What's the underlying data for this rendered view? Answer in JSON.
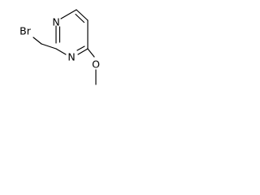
{
  "molecule": {
    "atom_labels": {
      "bromine": "Br",
      "nitrogen_top": "N",
      "nitrogen_bottom": "N",
      "oxygen": "O"
    },
    "colors": {
      "bond": "#000000",
      "label": "#000000",
      "background": "#ffffff"
    }
  }
}
